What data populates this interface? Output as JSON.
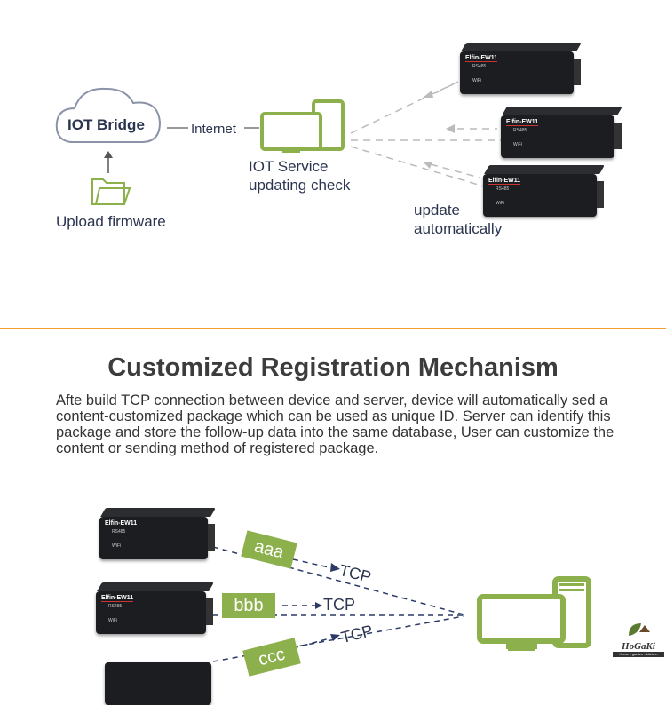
{
  "top": {
    "cloud_label": "IOT Bridge",
    "internet_label": "Internet",
    "upload_label": "Upload firmware",
    "service_label_1": "IOT Service",
    "service_label_2": "updating check",
    "update_label_1": "update",
    "update_label_2": "automatically"
  },
  "device": {
    "brand": "Elfin-EW11",
    "rs": "RS485",
    "wifi": "WiFi"
  },
  "section": {
    "title": "Customized Registration Mechanism",
    "paragraph": "Afte build TCP connection between device and server, device will automatically sed a content-customized package which can be used as unique ID. Server can identify this package and store the follow-up data into the same database, User can customize the content or sending method of registered package."
  },
  "bottom": {
    "tags": [
      "aaa",
      "bbb",
      "ccc"
    ],
    "protocol": "TCP"
  },
  "logo": {
    "name": "HoGaKi",
    "tagline": "Home - garden - kitchen"
  },
  "colors": {
    "green": "#8cb04b",
    "divider": "#f0a030",
    "text": "#2b3550"
  }
}
